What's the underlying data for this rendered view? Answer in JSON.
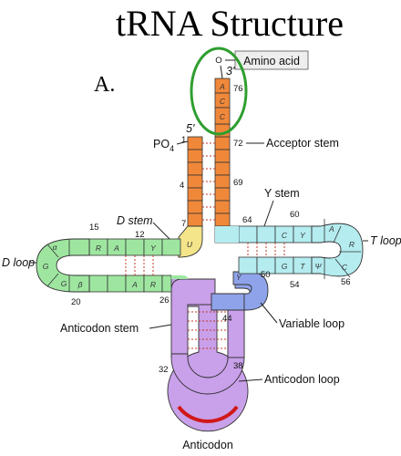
{
  "title": "tRNA Structure",
  "panel_label": "A.",
  "labels": {
    "amino_acid": "Amino acid",
    "hydroxyl": "O",
    "three_prime": "3'",
    "five_prime": "5'",
    "phosphate": "PO",
    "phosphate_sub": "4",
    "acceptor_stem": "Acceptor stem",
    "y_stem": "Y stem",
    "t_loop": "T loop",
    "d_stem": "D stem",
    "d_loop": "D loop",
    "variable_loop": "Variable loop",
    "anticodon_stem": "Anticodon stem",
    "anticodon_loop": "Anticodon loop",
    "anticodon": "Anticodon"
  },
  "position_numbers": {
    "p76": "76",
    "p1": "1",
    "p72": "72",
    "p4": "4",
    "p69": "69",
    "p7": "7",
    "p64": "64",
    "p60": "60",
    "p15": "15",
    "p12": "12",
    "p50": "50",
    "p54": "54",
    "p56": "56",
    "p20": "20",
    "p26": "26",
    "p44": "44",
    "p32": "32",
    "p38": "38"
  },
  "nucleotides": {
    "cca": [
      "A",
      "C",
      "C"
    ],
    "u8": "U",
    "d_top": [
      "R",
      "A",
      "Y"
    ],
    "d_bottom": [
      "A",
      "R"
    ],
    "d_loop": [
      "α",
      "G",
      "G",
      "β"
    ],
    "y_top": [
      "C",
      "Y"
    ],
    "y_bottom": [
      "G",
      "T",
      "Ψ"
    ],
    "t_loop": [
      "A",
      "R",
      "C"
    ],
    "y48": "Y"
  },
  "colors": {
    "acceptor": "#f0883a",
    "d_arm": "#9ee6a0",
    "t_arm": "#b4ecf0",
    "anticodon_arm": "#c9a0ea",
    "variable": "#8fa3ea",
    "u8": "#f5e58a",
    "anticodon_mark": "#d01818",
    "highlight_circle": "#2e9e2e",
    "hbond": "#c0392b"
  }
}
